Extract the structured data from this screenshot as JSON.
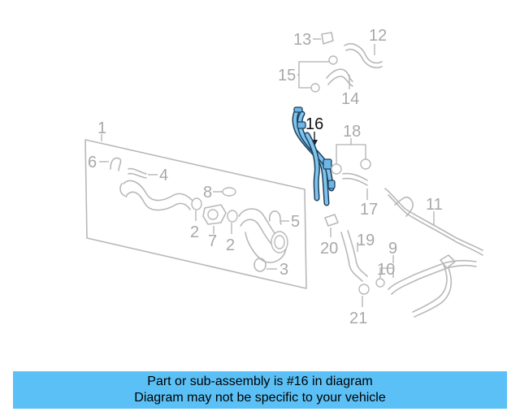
{
  "diagram": {
    "part_labels": {
      "p1": "1",
      "p2a": "2",
      "p2b": "2",
      "p3": "3",
      "p4": "4",
      "p5": "5",
      "p6": "6",
      "p7": "7",
      "p8": "8",
      "p9": "9",
      "p10": "10",
      "p11": "11",
      "p12": "12",
      "p13": "13",
      "p14": "14",
      "p15": "15",
      "p16": "16",
      "p17": "17",
      "p18": "18",
      "p19": "19",
      "p20": "20",
      "p21": "21"
    },
    "highlighted_part": "16",
    "colors": {
      "highlight_outline": "#1f3f5a",
      "highlight_fill": "#7fc4ee",
      "ghost_line": "#b8b8b8"
    }
  },
  "banner": {
    "line1": "Part or sub-assembly is #16 in diagram",
    "line2": "Diagram may not be specific to your vehicle",
    "background": "#5bc0f5"
  }
}
